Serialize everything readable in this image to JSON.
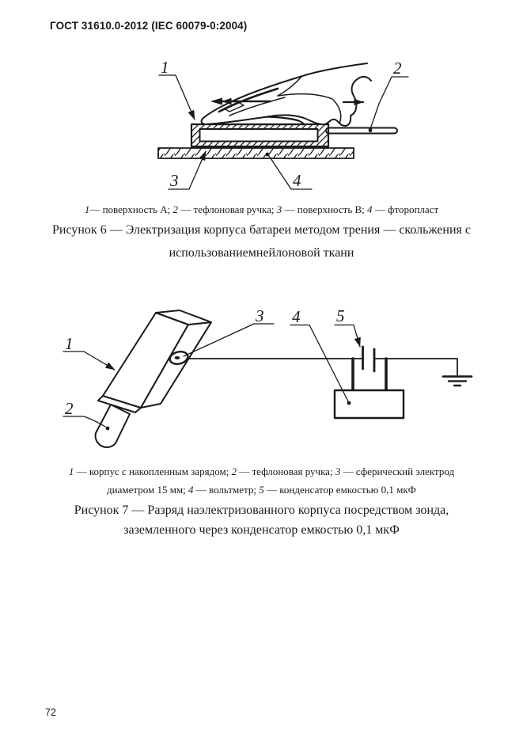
{
  "page": {
    "header": "ГОСТ 31610.0-2012 (IEC 60079-0:2004)",
    "page_number": "72"
  },
  "colors": {
    "ink": "#1a1a1a",
    "paper": "#ffffff"
  },
  "figure6": {
    "callouts": {
      "n1": "1",
      "n2": "2",
      "n3": "3",
      "n4": "4"
    },
    "legend": {
      "p1n": "1",
      "p1t": "— поверхность А; ",
      "p2n": "2",
      "p2t": " — тефлоновая ручка; ",
      "p3n": "3",
      "p3t": " — поверхность В; ",
      "p4n": "4",
      "p4t": " — фторопласт"
    },
    "caption_line1": "Рисунок 6 — Электризация корпуса батареи методом трения — скольжения с",
    "caption_line2": "использованиемнейлоновой ткани"
  },
  "figure7": {
    "callouts": {
      "n1": "1",
      "n2": "2",
      "n3": "3",
      "n4": "4",
      "n5": "5"
    },
    "legend_line1": {
      "p1n": "1",
      "p1t": " — корпус с накопленным зарядом; ",
      "p2n": "2",
      "p2t": " — тефлоновая ручка; ",
      "p3n": "3",
      "p3t": " — сферический электрод"
    },
    "legend_line2": {
      "p0t": "диаметром 15 мм; ",
      "p4n": "4",
      "p4t": " — вольтметр; ",
      "p5n": "5",
      "p5t": " — конденсатор емкостью 0,1 мкФ"
    },
    "caption_line1": "Рисунок 7 — Разряд наэлектризованного корпуса посредством зонда,",
    "caption_line2": "заземленного через конденсатор емкостью 0,1 мкФ"
  }
}
